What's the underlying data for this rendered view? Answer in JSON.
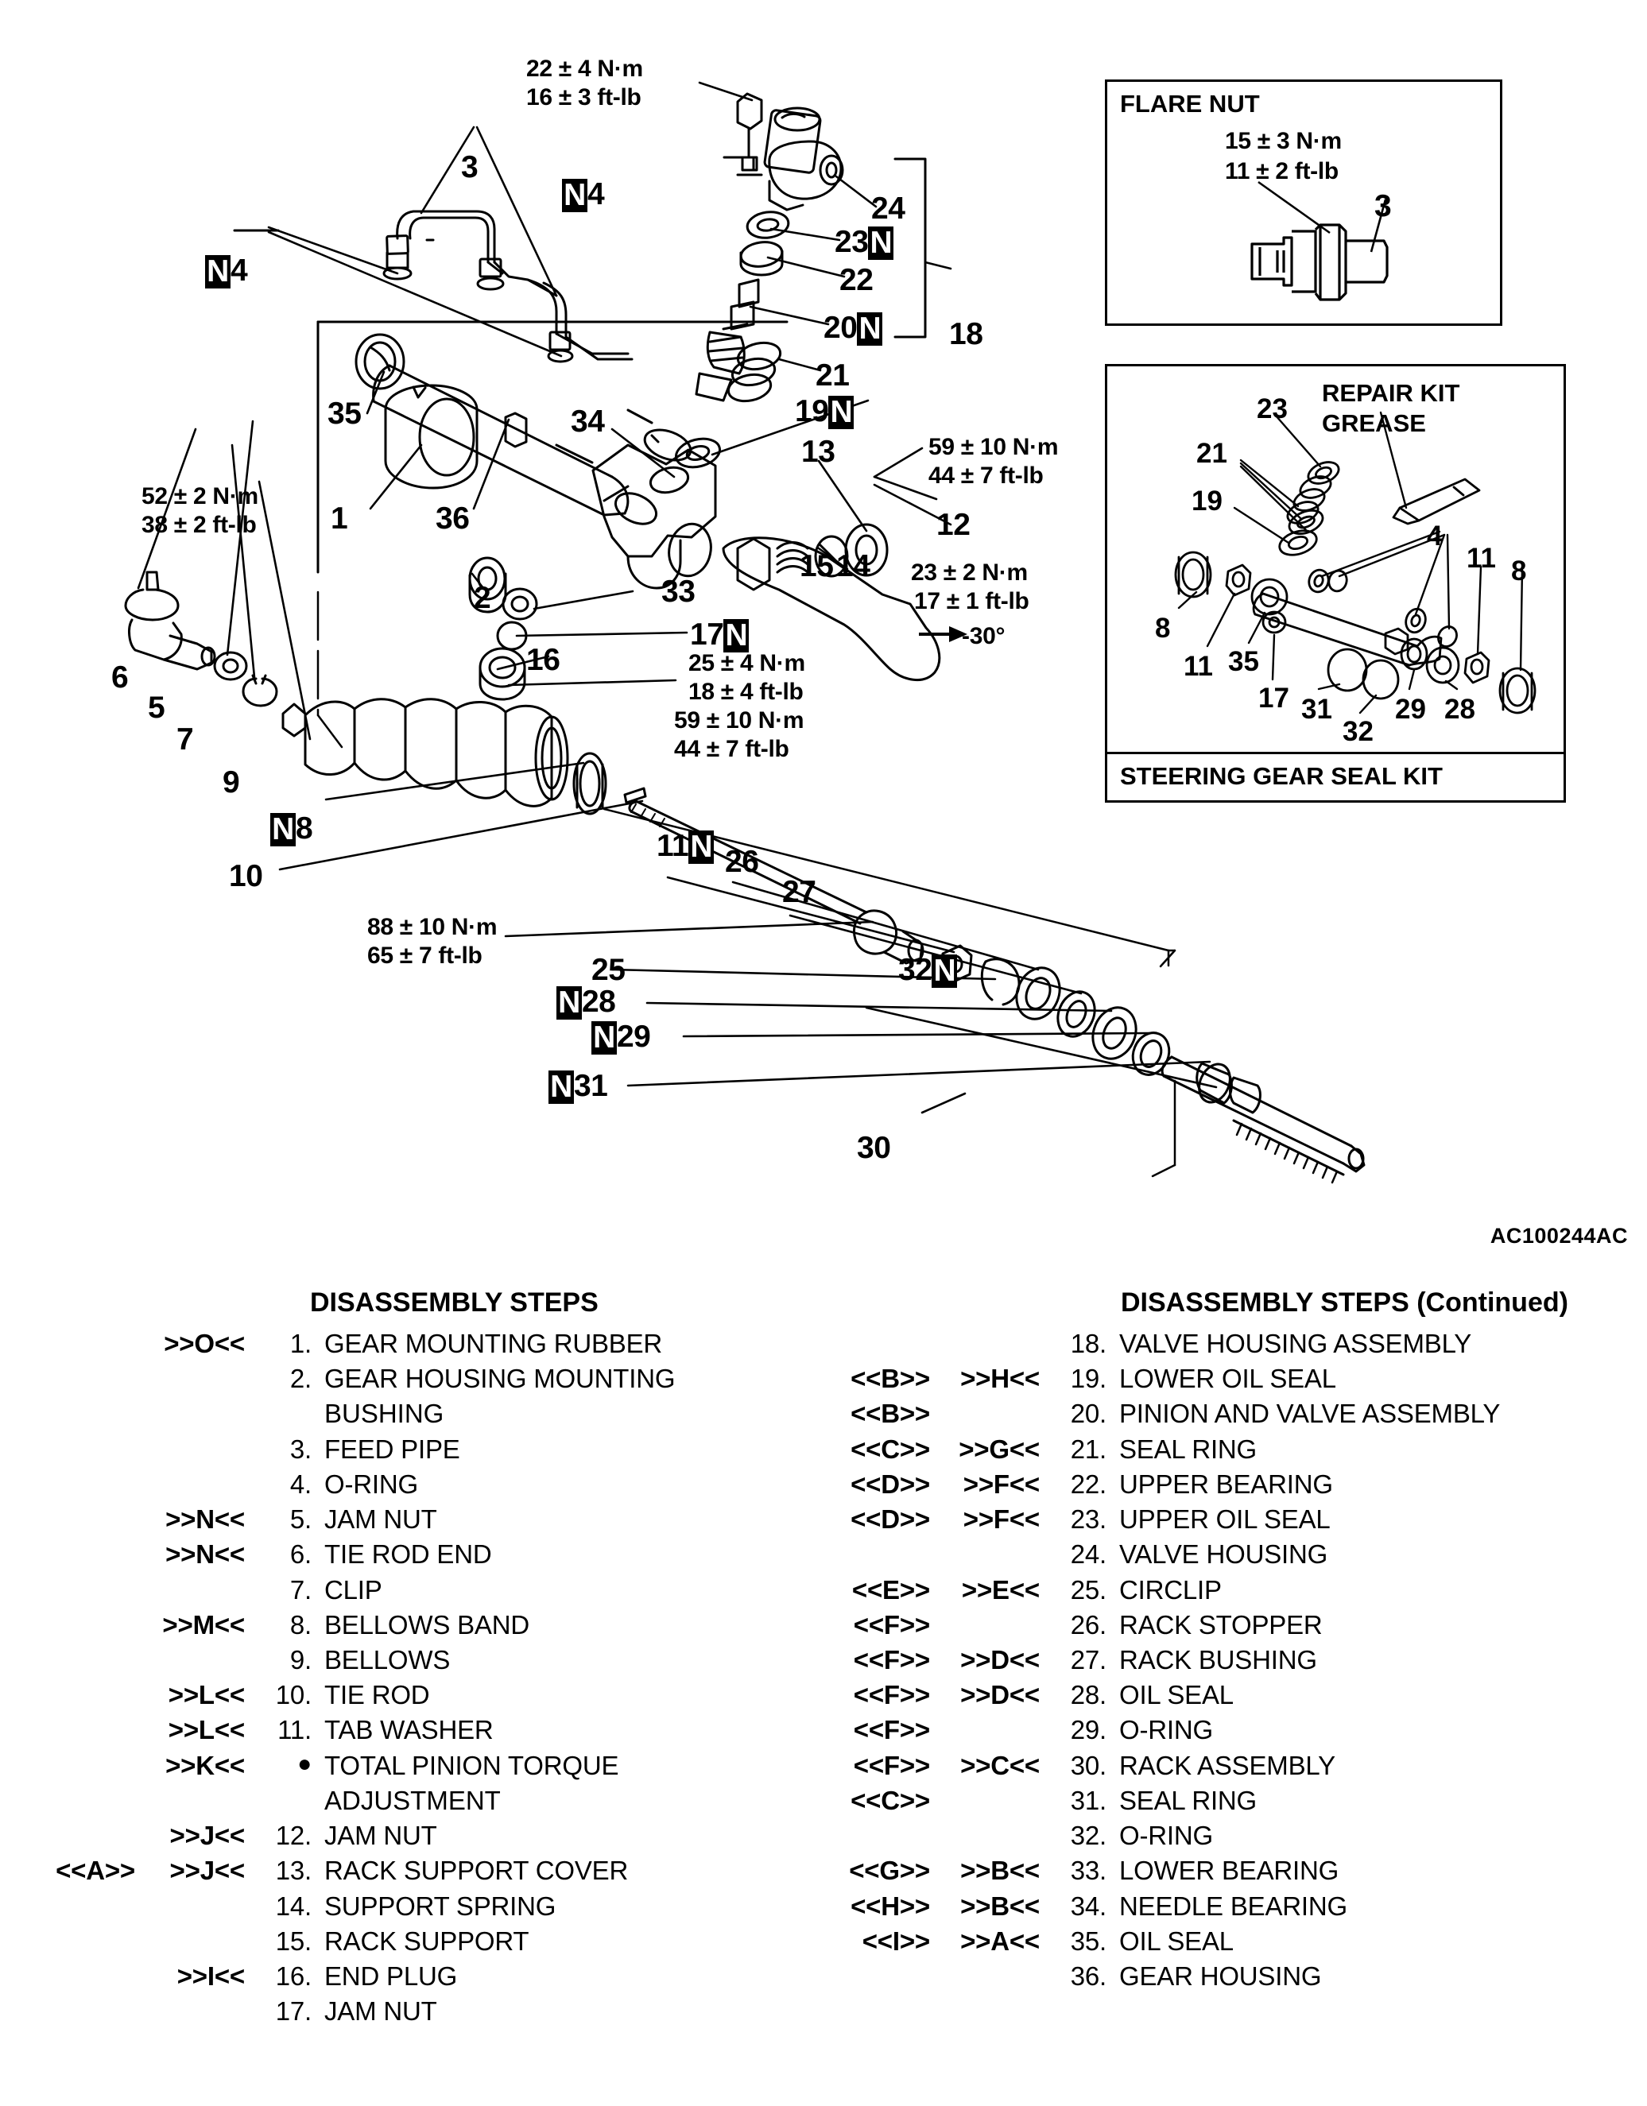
{
  "diagram": {
    "code": "AC100244AC",
    "torque_specs": [
      {
        "id": "spec-22nm",
        "nm": "22 ± 4 N·m",
        "ftlb": "16 ± 3 ft-lb"
      },
      {
        "id": "spec-52nm",
        "nm": "52 ± 2 N·m",
        "ftlb": "38 ± 2 ft-lb"
      },
      {
        "id": "spec-59nm",
        "nm": "59 ± 10 N·m",
        "ftlb": "44 ± 7 ft-lb"
      },
      {
        "id": "spec-23nm",
        "nm": "23 ± 2 N·m",
        "ftlb": "17 ± 1 ft-lb",
        "extra": "-30°"
      },
      {
        "id": "spec-25nm",
        "nm": "25 ± 4 N·m",
        "ftlb": "18 ± 4 ft-lb"
      },
      {
        "id": "spec-59nm2",
        "nm": "59 ± 10 N·m",
        "ftlb": "44 ± 7 ft-lb"
      },
      {
        "id": "spec-88nm",
        "nm": "88 ± 10 N·m",
        "ftlb": "65 ± 7 ft-lb"
      }
    ],
    "callouts": [
      "1",
      "2",
      "3",
      "4",
      "5",
      "6",
      "7",
      "8",
      "9",
      "10",
      "11",
      "12",
      "13",
      "14",
      "15",
      "16",
      "17",
      "18",
      "19",
      "20",
      "21",
      "22",
      "23",
      "24",
      "25",
      "26",
      "27",
      "28",
      "29",
      "30",
      "31",
      "32",
      "33",
      "34",
      "35",
      "36"
    ]
  },
  "flare_nut_panel": {
    "title": "FLARE NUT",
    "nm": "15 ± 3 N·m",
    "ftlb": "11 ± 2 ft-lb",
    "callout": "3"
  },
  "seal_kit_panel": {
    "footer_title": "STEERING GEAR SEAL KIT",
    "repair_kit_line1": "REPAIR KIT",
    "repair_kit_line2": "GREASE",
    "callouts": [
      "23",
      "21",
      "19",
      "4",
      "11",
      "8",
      "8",
      "11",
      "35",
      "17",
      "31",
      "32",
      "29",
      "28"
    ]
  },
  "left_list": {
    "title": "DISASSEMBLY STEPS",
    "rows": [
      {
        "markA": "",
        "markB": ">>O<<",
        "idx": "1.",
        "name": "GEAR MOUNTING RUBBER"
      },
      {
        "markA": "",
        "markB": "",
        "idx": "2.",
        "name": "GEAR HOUSING MOUNTING",
        "cont": "BUSHING"
      },
      {
        "markA": "",
        "markB": "",
        "idx": "3.",
        "name": "FEED PIPE"
      },
      {
        "markA": "",
        "markB": "",
        "idx": "4.",
        "name": "O-RING"
      },
      {
        "markA": "",
        "markB": ">>N<<",
        "idx": "5.",
        "name": "JAM NUT"
      },
      {
        "markA": "",
        "markB": ">>N<<",
        "idx": "6.",
        "name": "TIE ROD END"
      },
      {
        "markA": "",
        "markB": "",
        "idx": "7.",
        "name": "CLIP"
      },
      {
        "markA": "",
        "markB": ">>M<<",
        "idx": "8.",
        "name": "BELLOWS BAND"
      },
      {
        "markA": "",
        "markB": "",
        "idx": "9.",
        "name": "BELLOWS"
      },
      {
        "markA": "",
        "markB": ">>L<<",
        "idx": "10.",
        "name": "TIE ROD"
      },
      {
        "markA": "",
        "markB": ">>L<<",
        "idx": "11.",
        "name": "TAB WASHER"
      },
      {
        "markA": "",
        "markB": ">>K<<",
        "idx": "●",
        "name": "TOTAL PINION TORQUE",
        "cont": "ADJUSTMENT"
      },
      {
        "markA": "",
        "markB": ">>J<<",
        "idx": "12.",
        "name": "JAM NUT"
      },
      {
        "markA": "<<A>>",
        "markB": ">>J<<",
        "idx": "13.",
        "name": "RACK SUPPORT COVER"
      },
      {
        "markA": "",
        "markB": "",
        "idx": "14.",
        "name": "SUPPORT SPRING"
      },
      {
        "markA": "",
        "markB": "",
        "idx": "15.",
        "name": "RACK SUPPORT"
      },
      {
        "markA": "",
        "markB": ">>I<<",
        "idx": "16.",
        "name": "END PLUG"
      },
      {
        "markA": "",
        "markB": "",
        "idx": "17.",
        "name": "JAM NUT"
      }
    ]
  },
  "right_list": {
    "title": "DISASSEMBLY STEPS (Continued)",
    "rows": [
      {
        "markA": "",
        "markB": "",
        "idx": "18.",
        "name": "VALVE HOUSING ASSEMBLY"
      },
      {
        "markA": "<<B>>",
        "markB": ">>H<<",
        "idx": "19.",
        "name": "LOWER OIL SEAL"
      },
      {
        "markA": "<<B>>",
        "markB": "",
        "idx": "20.",
        "name": "PINION AND VALVE ASSEMBLY"
      },
      {
        "markA": "<<C>>",
        "markB": ">>G<<",
        "idx": "21.",
        "name": "SEAL RING"
      },
      {
        "markA": "<<D>>",
        "markB": ">>F<<",
        "idx": "22.",
        "name": "UPPER BEARING"
      },
      {
        "markA": "<<D>>",
        "markB": ">>F<<",
        "idx": "23.",
        "name": "UPPER OIL SEAL"
      },
      {
        "markA": "",
        "markB": "",
        "idx": "24.",
        "name": "VALVE HOUSING"
      },
      {
        "markA": "<<E>>",
        "markB": ">>E<<",
        "idx": "25.",
        "name": "CIRCLIP"
      },
      {
        "markA": "<<F>>",
        "markB": "",
        "idx": "26.",
        "name": "RACK STOPPER"
      },
      {
        "markA": "<<F>>",
        "markB": ">>D<<",
        "idx": "27.",
        "name": "RACK BUSHING"
      },
      {
        "markA": "<<F>>",
        "markB": ">>D<<",
        "idx": "28.",
        "name": "OIL SEAL"
      },
      {
        "markA": "<<F>>",
        "markB": "",
        "idx": "29.",
        "name": "O-RING"
      },
      {
        "markA": "<<F>>",
        "markB": ">>C<<",
        "idx": "30.",
        "name": "RACK ASSEMBLY"
      },
      {
        "markA": "<<C>>",
        "markB": "",
        "idx": "31.",
        "name": "SEAL RING"
      },
      {
        "markA": "",
        "markB": "",
        "idx": "32.",
        "name": "O-RING"
      },
      {
        "markA": "<<G>>",
        "markB": ">>B<<",
        "idx": "33.",
        "name": "LOWER BEARING"
      },
      {
        "markA": "<<H>>",
        "markB": ">>B<<",
        "idx": "34.",
        "name": "NEEDLE BEARING"
      },
      {
        "markA": "<<I>>",
        "markB": ">>A<<",
        "idx": "35.",
        "name": "OIL SEAL"
      },
      {
        "markA": "",
        "markB": "",
        "idx": "36.",
        "name": "GEAR HOUSING"
      }
    ]
  },
  "colors": {
    "ink": "#000000",
    "paper": "#ffffff"
  }
}
